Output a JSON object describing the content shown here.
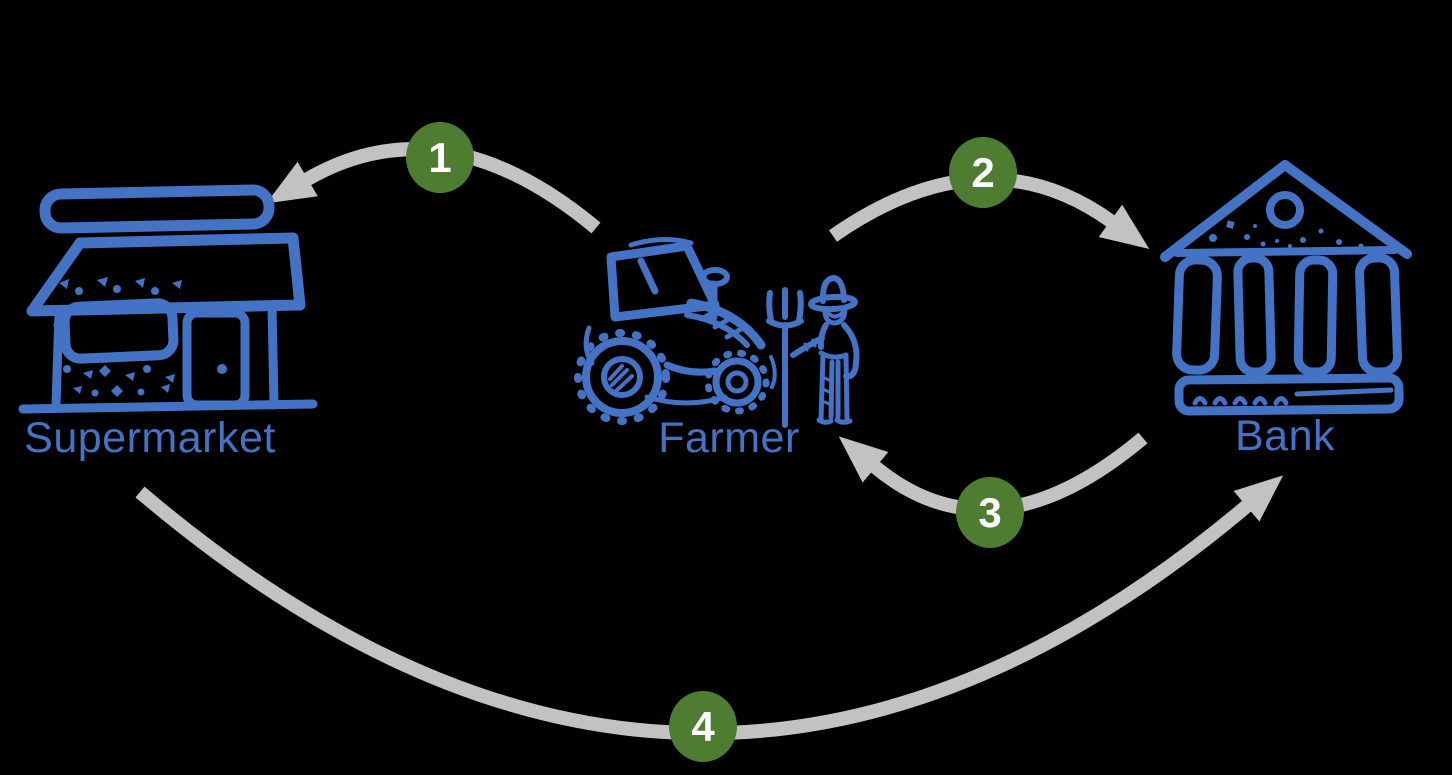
{
  "diagram": {
    "nodes": [
      {
        "id": "supermarket",
        "label": "Supermarket",
        "icon": "storefront-doodle-icon"
      },
      {
        "id": "farmer",
        "label": "Farmer",
        "icon": "tractor-farmer-doodle-icon"
      },
      {
        "id": "bank",
        "label": "Bank",
        "icon": "bank-building-doodle-icon"
      }
    ],
    "steps": [
      {
        "number": "1",
        "from": "farmer",
        "to": "supermarket"
      },
      {
        "number": "2",
        "from": "farmer",
        "to": "bank"
      },
      {
        "number": "3",
        "from": "bank",
        "to": "farmer"
      },
      {
        "number": "4",
        "from": "supermarket",
        "to": "bank"
      }
    ]
  },
  "colors": {
    "background": "#000000",
    "icon_blue": "#4472c4",
    "arrow_gray": "#c2c2c2",
    "badge_green": "#4e7d32",
    "badge_text": "#ffffff",
    "label_blue": "#4472c4"
  }
}
